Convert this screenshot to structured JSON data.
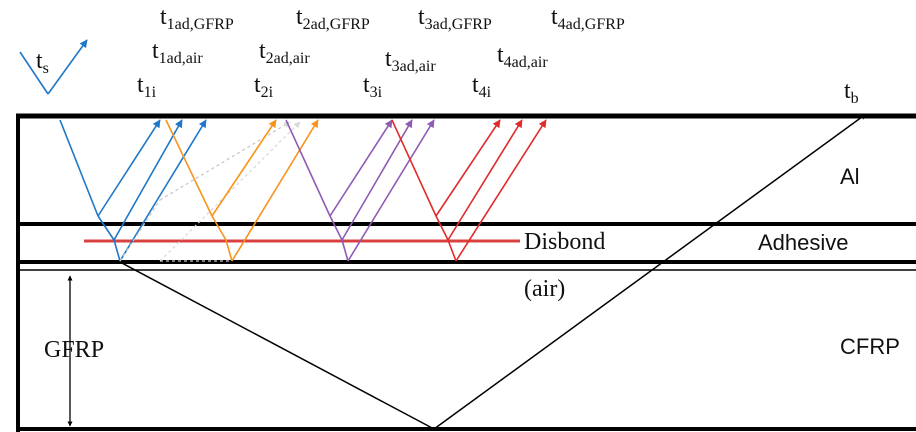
{
  "labels": {
    "t_s": {
      "main": "t",
      "sub": "s"
    },
    "t_b": {
      "main": "t",
      "sub": "b"
    },
    "t_1i": {
      "main": "t",
      "sub": "1i"
    },
    "t_2i": {
      "main": "t",
      "sub": "2i"
    },
    "t_3i": {
      "main": "t",
      "sub": "3i"
    },
    "t_4i": {
      "main": "t",
      "sub": "4i"
    },
    "t_1ad_air": {
      "main": "t",
      "sub": "1ad,air"
    },
    "t_2ad_air": {
      "main": "t",
      "sub": "2ad,air"
    },
    "t_3ad_air": {
      "main": "t",
      "sub": "3ad,air"
    },
    "t_4ad_air": {
      "main": "t",
      "sub": "4ad,air"
    },
    "t_1ad_gfrp": {
      "main": "t",
      "sub": "1ad,GFRP"
    },
    "t_2ad_gfrp": {
      "main": "t",
      "sub": "2ad,GFRP"
    },
    "t_3ad_gfrp": {
      "main": "t",
      "sub": "3ad,GFRP"
    },
    "t_4ad_gfrp": {
      "main": "t",
      "sub": "4ad,GFRP"
    }
  },
  "layers": {
    "al": "Al",
    "adhesive": "Adhesive",
    "cfrp": "CFRP"
  },
  "annotations": {
    "disbond": "Disbond",
    "air": "(air)",
    "gfrp": "GFRP"
  },
  "colors": {
    "echo_1": "#1f77c8",
    "echo_2": "#f7941d",
    "echo_3": "#8e5bb5",
    "echo_4": "#e02b2b",
    "disbond": "#d94040",
    "dotted": "#c8c8c8",
    "dotted_arrow": "#d9d9d9",
    "structure": "#000000"
  }
}
